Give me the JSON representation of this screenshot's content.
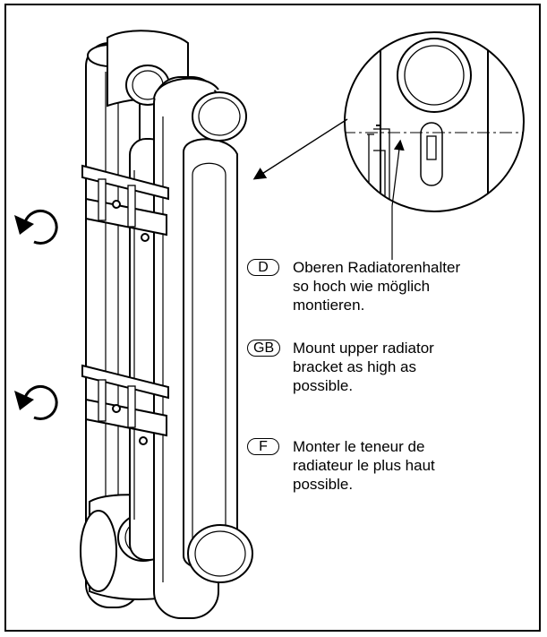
{
  "instructions": [
    {
      "lang": "D",
      "lines": [
        "Oberen Radiatorenhalter",
        "so hoch wie möglich",
        "montieren."
      ]
    },
    {
      "lang": "GB",
      "lines": [
        "Mount upper radiator",
        "bracket as high as",
        "possible."
      ]
    },
    {
      "lang": "F",
      "lines": [
        "Monter le teneur de",
        "radiateur le plus haut",
        "possible."
      ]
    }
  ],
  "icons": [
    "rotate-counterclockwise-icon",
    "rotate-counterclockwise-icon"
  ]
}
